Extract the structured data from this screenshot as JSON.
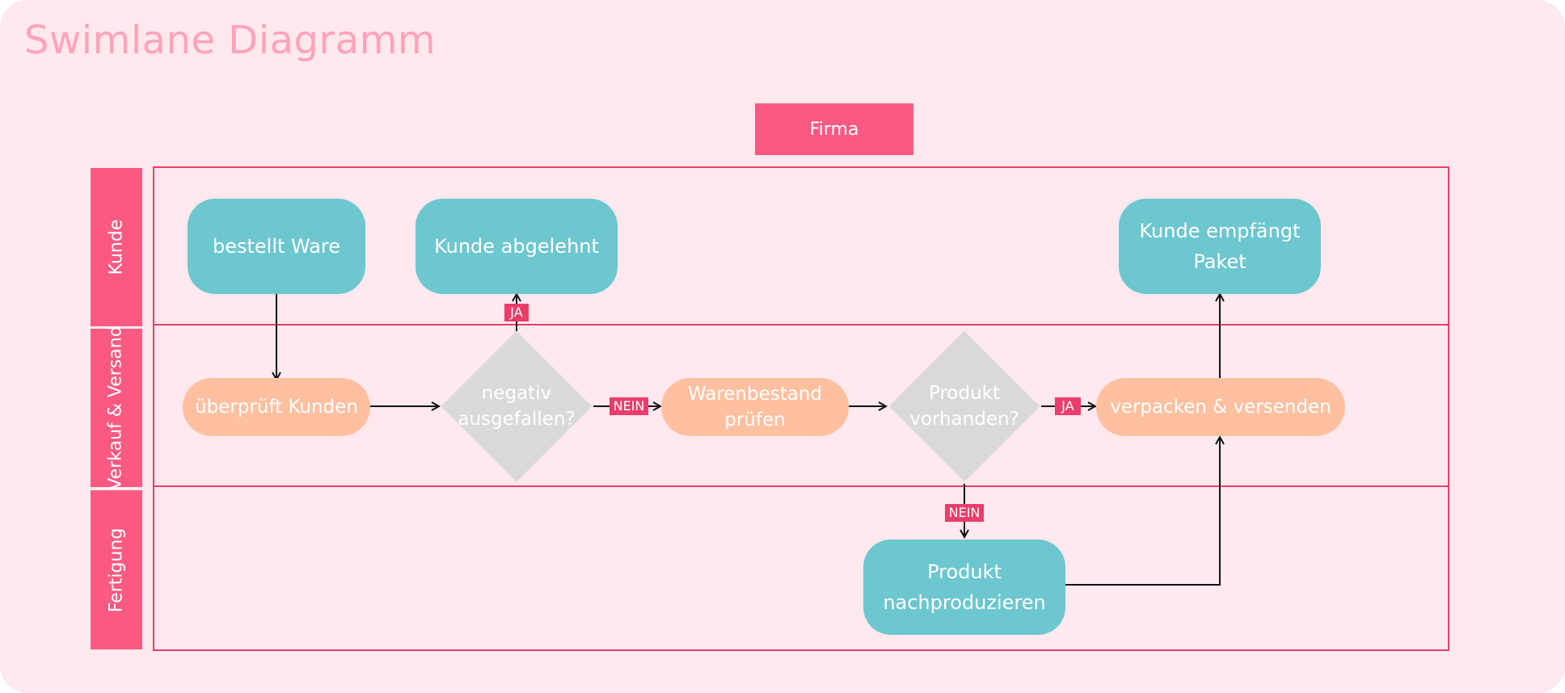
{
  "title": "Swimlane Diagramm",
  "pool": {
    "label": "Firma"
  },
  "lanes": [
    {
      "label": "Kunde"
    },
    {
      "label": "Verkauf &\nVersand"
    },
    {
      "label": "Fertigung"
    }
  ],
  "nodes": {
    "bestellt_ware": "bestellt Ware",
    "kunde_abgelehnt": "Kunde abgelehnt",
    "kunde_empfaengt": "Kunde empfängt\nPaket",
    "ueberprueft_kunden": "überprüft Kunden",
    "negativ": "negativ\nausgefallen?",
    "warenbestand": "Warenbestand\nprüfen",
    "produkt_vorhanden": "Produkt\nvorhanden?",
    "verpacken": "verpacken & versenden",
    "nachproduzieren": "Produkt\nnachproduzieren"
  },
  "tags": {
    "ja_abgelehnt": "JA",
    "nein_negativ": "NEIN",
    "ja_vorhanden": "JA",
    "nein_vorhanden": "NEIN"
  },
  "colors": {
    "background": "#ffe8ee",
    "accent": "#fa5a82",
    "lane_border": "#ea3d6a",
    "title": "#ffa3ba",
    "teal": "#6cc7cf",
    "orange": "#ffc0a0",
    "decision": "#d9d9d9"
  }
}
